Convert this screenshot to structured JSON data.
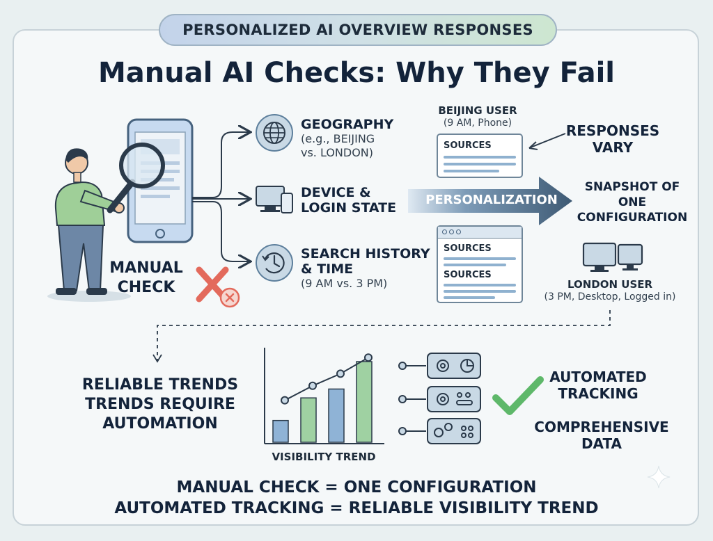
{
  "header": {
    "pill": "PERSONALIZED AI OVERVIEW RESPONSES",
    "title": "Manual AI Checks: Why They Fail"
  },
  "manual": {
    "line1": "MANUAL",
    "line2": "CHECK"
  },
  "factors": [
    {
      "title1": "GEOGRAPHY",
      "title2": "",
      "detail1": "(e.g., BEIJING",
      "detail2": "vs. LONDON)"
    },
    {
      "title1": "DEVICE &",
      "title2": "LOGIN STATE",
      "detail1": "",
      "detail2": ""
    },
    {
      "title1": "SEARCH HISTORY",
      "title2": "& TIME",
      "detail1": "(9 AM vs. 3 PM)",
      "detail2": ""
    }
  ],
  "personalization": {
    "label": "PERSONALIZATION"
  },
  "beijing": {
    "title": "BEIJING USER",
    "detail": "(9 AM, Phone)",
    "sources": "SOURCES"
  },
  "london": {
    "title": "LONDON USER",
    "detail": "(3 PM, Desktop, Logged in)",
    "sources1": "SOURCES",
    "sources2": "SOURCES"
  },
  "responses": {
    "line1": "RESPONSES",
    "line2": "VARY"
  },
  "snapshot": {
    "line1": "SNAPSHOT OF",
    "line2": "ONE",
    "line3": "CONFIGURATION"
  },
  "reliable": {
    "line1": "RELIABLE TRENDS",
    "line2": "TRENDS REQUIRE",
    "line3": "AUTOMATION"
  },
  "chart_data": {
    "type": "bar",
    "title": "",
    "xlabel": "VISIBILITY TREND",
    "ylabel": "",
    "values": [
      0.27,
      0.55,
      0.66,
      1.0
    ],
    "line_values": [
      0.52,
      0.7,
      0.85,
      1.05
    ],
    "bar_colors": [
      "#8fb3d6",
      "#9fd1a2",
      "#8fb3d6",
      "#9fd1a2"
    ]
  },
  "automated": {
    "line1": "AUTOMATED",
    "line2": "TRACKING",
    "line3": "COMPREHENSIVE",
    "line4": "DATA"
  },
  "footer": {
    "line1": "MANUAL CHECK = ONE CONFIGURATION",
    "line2": "AUTOMATED TRACKING = RELIABLE VISIBILITY TREND"
  },
  "colors": {
    "accent_blue": "#5d7f9c",
    "accent_green": "#5eb86a",
    "error_red": "#e36a5c",
    "arrow_dark": "#3e5a74"
  }
}
